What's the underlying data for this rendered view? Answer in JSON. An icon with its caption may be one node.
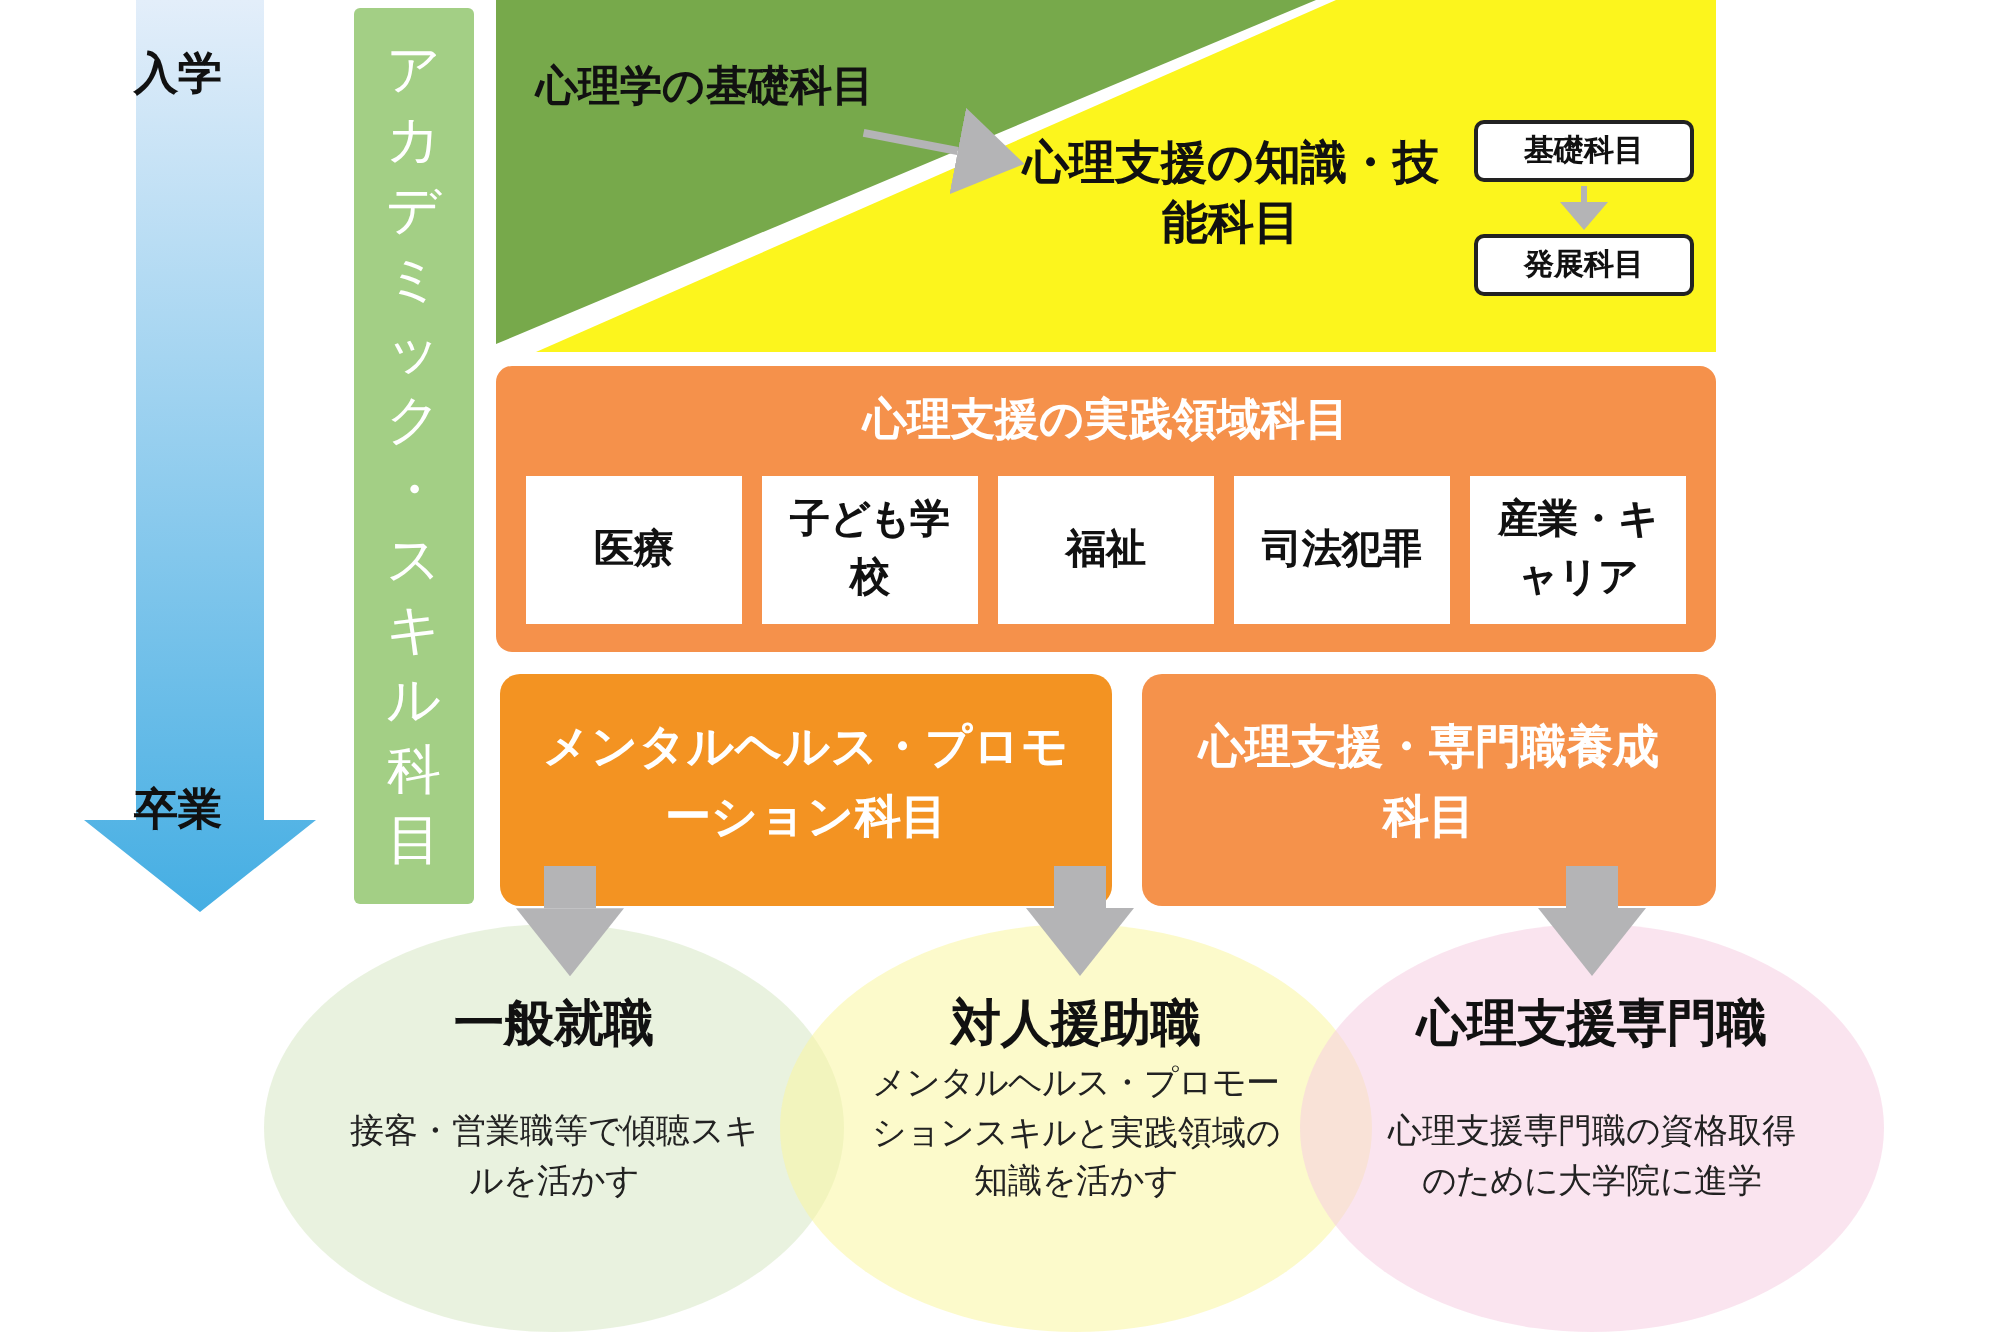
{
  "diagram": {
    "nodes": [
      {
        "text": [
          "アカデミック・スキル科目"
        ]
      },
      {
        "text": [
          "心理学の基礎科目"
        ]
      },
      {
        "text": [
          "心理支援の知識・技能科目"
        ]
      },
      {
        "text": [
          "基礎科目"
        ],
        "in": 2
      },
      {
        "text": [
          "発展科目"
        ],
        "in": 2
      },
      {
        "text": [
          "心理支援の実践領域科目"
        ]
      },
      {
        "text": [
          "医療"
        ],
        "in": 5
      },
      {
        "text": [
          "子ども学校"
        ],
        "in": 5
      },
      {
        "text": [
          "福祉"
        ],
        "in": 5
      },
      {
        "text": [
          "司法犯罪"
        ],
        "in": 5
      },
      {
        "text": [
          "産業・キャリア"
        ],
        "in": 5
      },
      {
        "text": [
          "メンタルヘルス・プロモーション科目"
        ]
      },
      {
        "text": [
          "心理支援・専門職養成科目"
        ]
      },
      {
        "text": [
          "一般就職",
          "接客・営業職等で傾聴スキルを活かす"
        ]
      },
      {
        "text": [
          "対人援助職",
          "メンタルヘルス・プロモーションスキルと実践領域の知識を活かす"
        ]
      },
      {
        "text": [
          "心理支援専門職",
          "心理支援専門職の資格取得のために大学院に進学"
        ]
      }
    ],
    "edges": [
      {
        "from": 1,
        "to": 2,
        "arrow": "to"
      },
      {
        "from": 3,
        "to": 4,
        "arrow": "to"
      },
      {
        "from": 11,
        "to": 13,
        "arrow": "to"
      },
      {
        "from": 11,
        "to": 14,
        "arrow": "to"
      },
      {
        "from": 12,
        "to": 15,
        "arrow": "to"
      }
    ],
    "labels": [
      "入学",
      "卒業"
    ]
  }
}
